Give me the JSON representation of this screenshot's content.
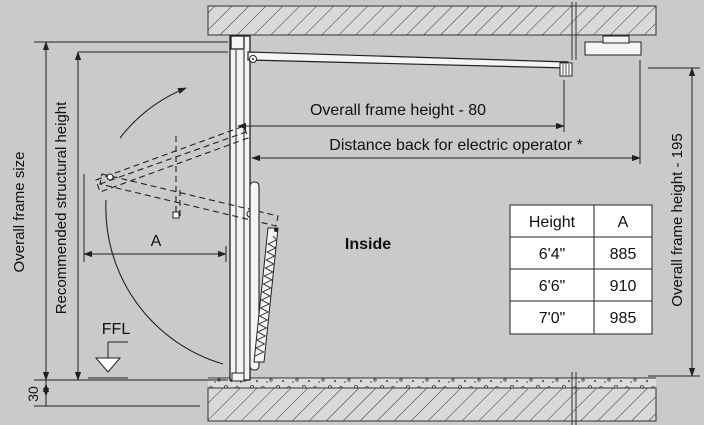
{
  "colors": {
    "background": "#c9cacb",
    "line": "#222222",
    "wall_fill": "#d8d9da",
    "door_fill": "#f4f4f4",
    "table_fill": "#ffffff"
  },
  "labels": {
    "overall_frame_size": "Overall frame size",
    "recommended_structural_height": "Recommended structural height",
    "overall_frame_height_minus_80": "Overall frame height - 80",
    "distance_back": "Distance back for electric operator *",
    "overall_frame_height_minus_195": "Overall frame height - 195",
    "dim_a": "A",
    "inside": "Inside",
    "ffl": "FFL",
    "dim_30": "30"
  },
  "table": {
    "headers": [
      "Height",
      "A"
    ],
    "rows": [
      [
        "6'4\"",
        "885"
      ],
      [
        "6'6\"",
        "910"
      ],
      [
        "7'0\"",
        "985"
      ]
    ]
  }
}
